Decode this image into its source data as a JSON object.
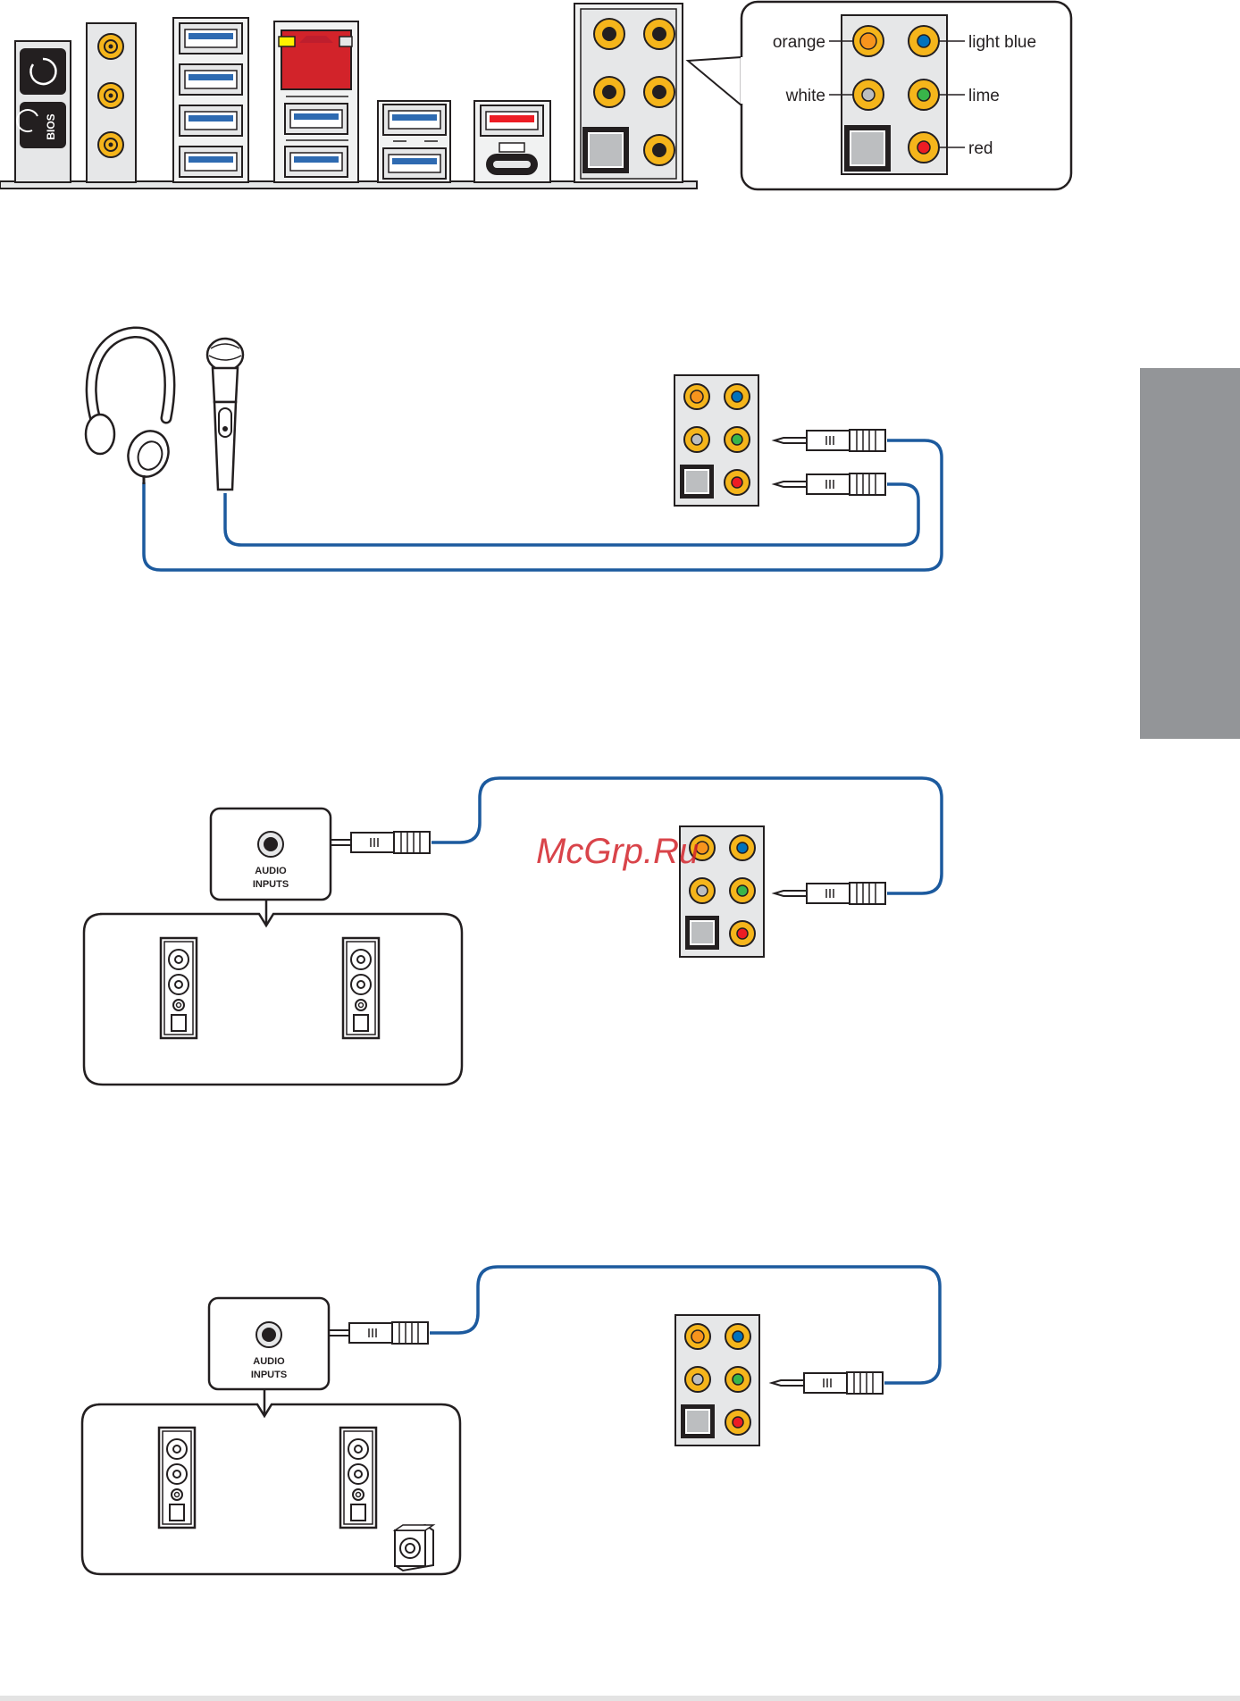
{
  "io_panel": {
    "bios_label": "BIOS"
  },
  "legend": {
    "orange": "orange",
    "white": "white",
    "light_blue": "light blue",
    "lime": "lime",
    "red": "red"
  },
  "speakers_2ch": {
    "audio_inputs_line1": "AUDIO",
    "audio_inputs_line2": "INPUTS"
  },
  "speakers_21ch": {
    "audio_inputs_line1": "AUDIO",
    "audio_inputs_line2": "INPUTS"
  },
  "watermark": "McGrp.Ru",
  "colors": {
    "jack_gold": "#f5b51b",
    "orange_core": "#f7941d",
    "light_blue_core": "#0072bc",
    "lime_core": "#39b54a",
    "red_core": "#ed1c24",
    "white_core": "#bcbec0",
    "cable_blue": "#1c5a9e",
    "lan_red": "#d2232a",
    "usb_blue": "#2e6ab1",
    "side_tab_gray": "#939598",
    "watermark_red": "#d2232a"
  }
}
